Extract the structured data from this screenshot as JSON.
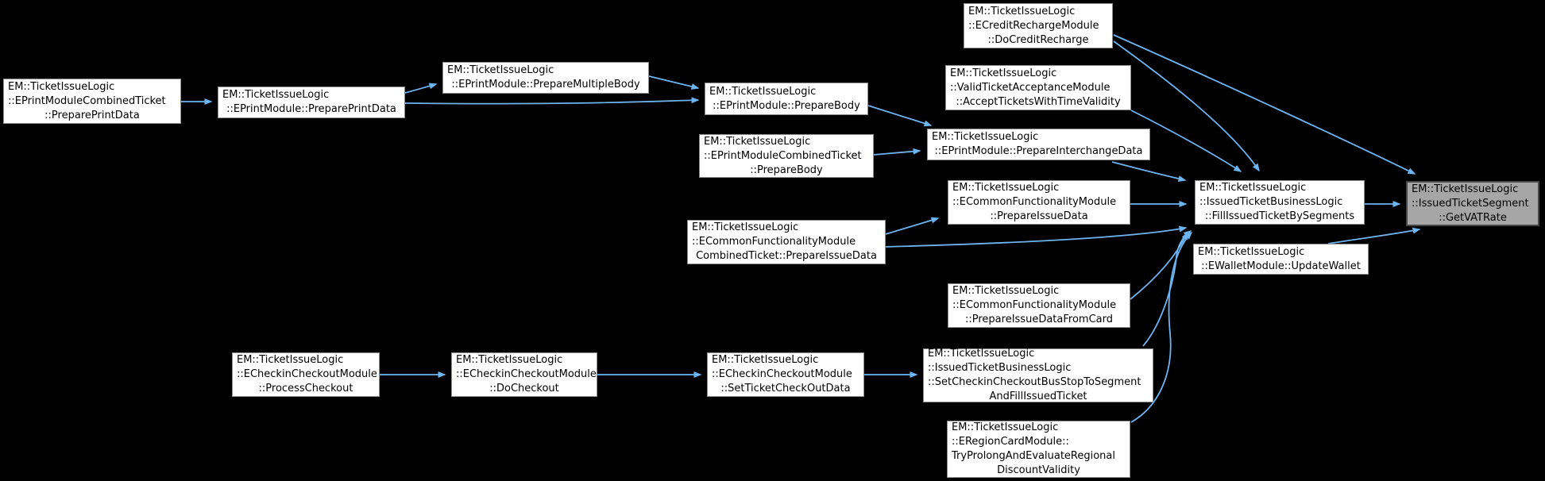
{
  "diagram": {
    "kind": "doxygen-caller-graph",
    "target_function": "EM::TicketIssueLogic::IssuedTicketSegment::GetVATRate",
    "colors": {
      "background": "#000000",
      "node_fill": "#ffffff",
      "node_border": "#8c8c8c",
      "target_fill": "#a6a6a6",
      "target_border": "#464646",
      "edge": "#6db4f2"
    }
  },
  "nodes": {
    "prepare_print_data_combined": {
      "top": "EM::TicketIssueLogic\n::EPrintModuleCombinedTicket",
      "last": "::PreparePrintData"
    },
    "prepare_print_data": {
      "top": "EM::TicketIssueLogic",
      "last": "::EPrintModule::PreparePrintData"
    },
    "prepare_multiple_body": {
      "top": "EM::TicketIssueLogic",
      "last": "::EPrintModule::PrepareMultipleBody"
    },
    "prepare_body": {
      "top": "EM::TicketIssueLogic",
      "last": "::EPrintModule::PrepareBody"
    },
    "prepare_body_combined": {
      "top": "EM::TicketIssueLogic\n::EPrintModuleCombinedTicket",
      "last": "::PrepareBody"
    },
    "do_credit_recharge": {
      "top": "EM::TicketIssueLogic\n::ECreditRechargeModule",
      "last": "::DoCreditRecharge"
    },
    "accept_tickets_time_validity": {
      "top": "EM::TicketIssueLogic\n::ValidTicketAcceptanceModule",
      "last": "::AcceptTicketsWithTimeValidity"
    },
    "prepare_interchange_data": {
      "top": "EM::TicketIssueLogic",
      "last": "::EPrintModule::PrepareInterchangeData"
    },
    "prepare_issue_data": {
      "top": "EM::TicketIssueLogic\n::ECommonFunctionalityModule",
      "last": "::PrepareIssueData"
    },
    "prepare_issue_data_combined": {
      "top": "EM::TicketIssueLogic\n::ECommonFunctionalityModule",
      "last": "CombinedTicket::PrepareIssueData"
    },
    "fill_issued_ticket": {
      "top": "EM::TicketIssueLogic\n::IssuedTicketBusinessLogic",
      "last": "::FillIssuedTicketBySegments"
    },
    "get_vat_rate": {
      "top": "EM::TicketIssueLogic\n::IssuedTicketSegment",
      "last": "::GetVATRate"
    },
    "update_wallet": {
      "top": "EM::TicketIssueLogic",
      "last": "::EWalletModule::UpdateWallet"
    },
    "prepare_issue_data_from_card": {
      "top": "EM::TicketIssueLogic\n::ECommonFunctionalityModule",
      "last": "::PrepareIssueDataFromCard"
    },
    "process_checkout": {
      "top": "EM::TicketIssueLogic\n::ECheckinCheckoutModule",
      "last": "::ProcessCheckout"
    },
    "do_checkout": {
      "top": "EM::TicketIssueLogic\n::ECheckinCheckoutModule",
      "last": "::DoCheckout"
    },
    "set_ticket_checkout_data": {
      "top": "EM::TicketIssueLogic\n::ECheckinCheckoutModule",
      "last": "::SetTicketCheckOutData"
    },
    "set_checkin_checkout_busstop": {
      "top": "EM::TicketIssueLogic\n::IssuedTicketBusinessLogic\n::SetCheckinCheckoutBusStopToSegment",
      "last": "AndFillIssuedTicket"
    },
    "region_card_discount": {
      "top": "EM::TicketIssueLogic\n::ERegionCardModule::\nTryProlongAndEvaluateRegional",
      "last": "DiscountValidity"
    }
  }
}
